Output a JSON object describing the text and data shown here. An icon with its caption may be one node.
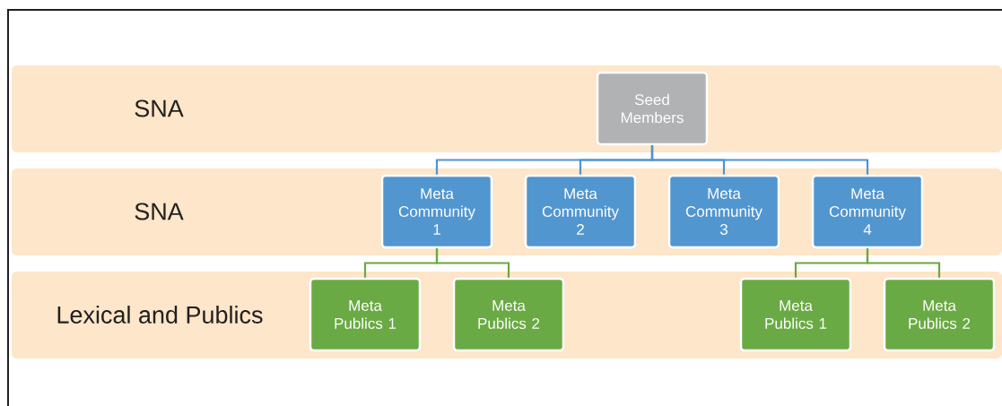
{
  "diagram": {
    "nodes": [
      {
        "text": [
          "SNA"
        ]
      },
      {
        "text": [
          "Seed Members"
        ],
        "in": 0
      },
      {
        "text": [
          "SNA"
        ]
      },
      {
        "text": [
          "Meta Community 1"
        ],
        "in": 2
      },
      {
        "text": [
          "Meta Community 2"
        ],
        "in": 2
      },
      {
        "text": [
          "Meta Community 3"
        ],
        "in": 2
      },
      {
        "text": [
          "Meta Community 4"
        ],
        "in": 2
      },
      {
        "text": [
          "Lexical and Publics"
        ]
      },
      {
        "text": [
          "Meta Publics 1"
        ],
        "in": 7
      },
      {
        "text": [
          "Meta Publics 2"
        ],
        "in": 7
      },
      {
        "text": [
          "Meta Publics 1"
        ],
        "in": 7
      },
      {
        "text": [
          "Meta Publics 2"
        ],
        "in": 7
      }
    ],
    "edges": [
      {
        "from": 1,
        "to": 3,
        "arrow": "none",
        "color": "#4f93d1"
      },
      {
        "from": 1,
        "to": 4,
        "arrow": "none",
        "color": "#4f93d1"
      },
      {
        "from": 1,
        "to": 5,
        "arrow": "none",
        "color": "#4f93d1"
      },
      {
        "from": 1,
        "to": 6,
        "arrow": "none",
        "color": "#4f93d1"
      },
      {
        "from": 3,
        "to": 8,
        "arrow": "none",
        "color": "#6aa842"
      },
      {
        "from": 3,
        "to": 9,
        "arrow": "none",
        "color": "#6aa842"
      },
      {
        "from": 6,
        "to": 10,
        "arrow": "none",
        "color": "#6aa842"
      },
      {
        "from": 6,
        "to": 11,
        "arrow": "none",
        "color": "#6aa842"
      }
    ]
  }
}
